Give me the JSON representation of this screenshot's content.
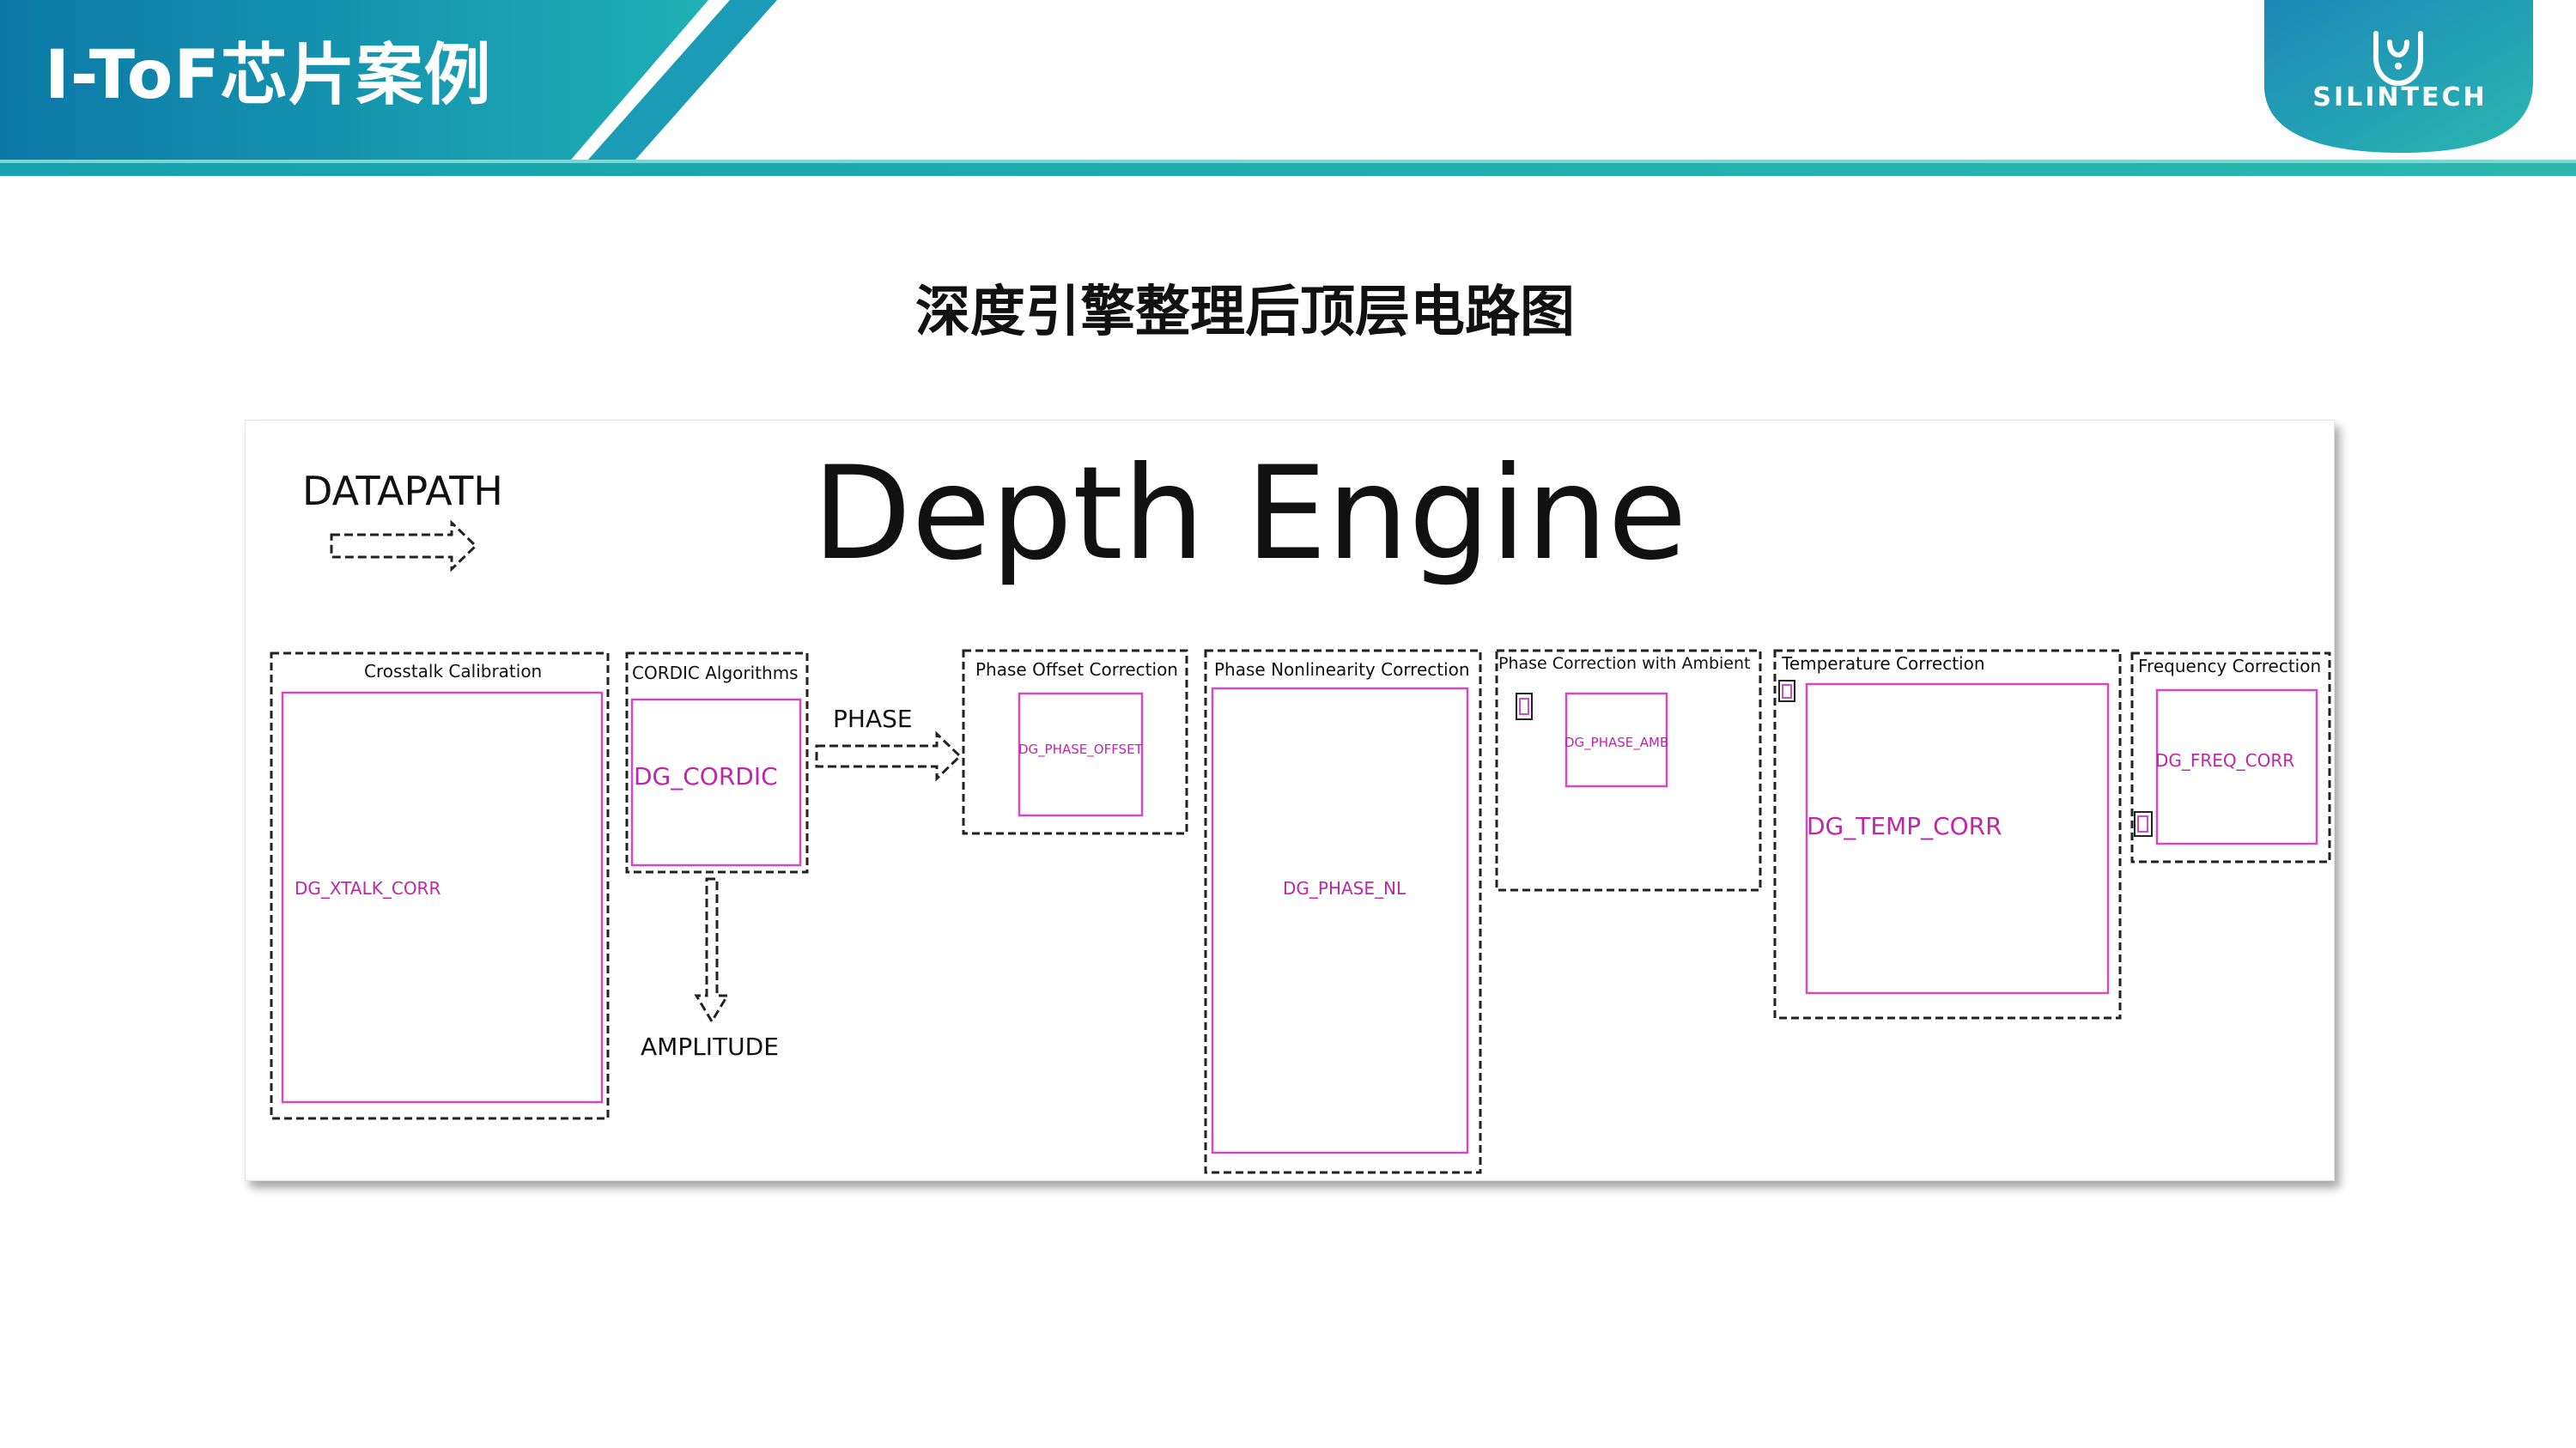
{
  "header": {
    "title": "I-ToF芯片案例",
    "logo_text": "SILINTECH",
    "colors": {
      "band_start": "#0c78a8",
      "band_end": "#1fb0b5",
      "stripe": "#2ab3b0"
    }
  },
  "subtitle": "深度引擎整理后顶层电路图",
  "diagram": {
    "title": "Depth Engine",
    "legend_label": "DATAPATH",
    "phase_label": "PHASE",
    "amplitude_label": "AMPLITUDE",
    "blocks": [
      {
        "label": "Crosstalk Calibration",
        "inner": "DG_XTALK_CORR"
      },
      {
        "label": "CORDIC Algorithms",
        "inner": "DG_CORDIC"
      },
      {
        "label": "Phase Offset Correction",
        "inner": "DG_PHASE_OFFSET"
      },
      {
        "label": "Phase Nonlinearity Correction",
        "inner": "DG_PHASE_NL"
      },
      {
        "label": "Phase Correction with Ambient",
        "inner": "DG_PHASE_AMB"
      },
      {
        "label": "Temperature Correction",
        "inner": "DG_TEMP_CORR"
      },
      {
        "label": "Frequency Correction",
        "inner": "DG_FREQ_CORR"
      }
    ]
  }
}
